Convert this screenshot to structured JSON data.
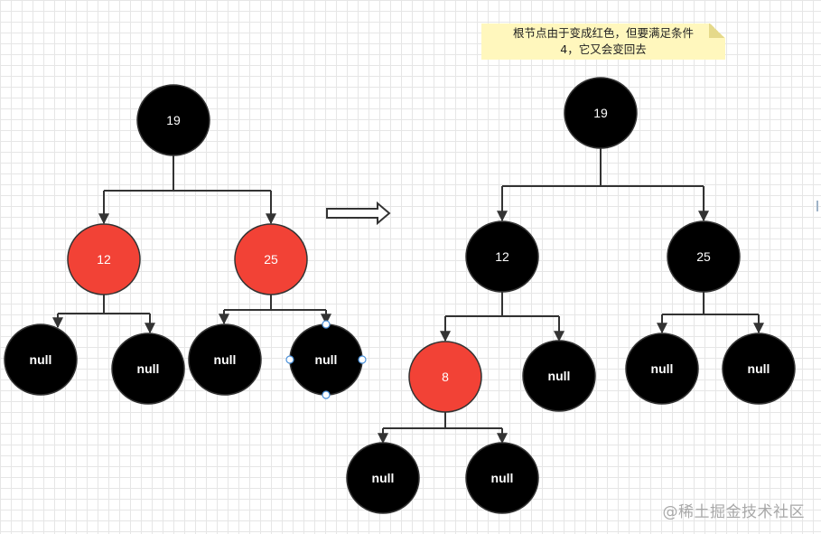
{
  "note": {
    "line1": "根节点由于变成红色，但要满足条件",
    "line2": "4，它又会变回去"
  },
  "watermark": "@稀土掘金技术社区",
  "colors": {
    "black_node": "#000000",
    "red_node": "#f24236",
    "node_stroke": "#333333",
    "edge": "#333333",
    "selection_handle": "#4a90d9",
    "note_bg": "#fff7bd"
  },
  "left_tree": {
    "root": {
      "label": "19",
      "color": "black"
    },
    "left": {
      "label": "12",
      "color": "red"
    },
    "right": {
      "label": "25",
      "color": "red"
    },
    "nulls": [
      "null",
      "null",
      "null",
      "null"
    ]
  },
  "right_tree": {
    "root": {
      "label": "19",
      "color": "black"
    },
    "left": {
      "label": "12",
      "color": "black"
    },
    "right": {
      "label": "25",
      "color": "black"
    },
    "left_left": {
      "label": "8",
      "color": "red"
    },
    "nulls": [
      "null",
      "null",
      "null",
      "null",
      "null"
    ]
  }
}
